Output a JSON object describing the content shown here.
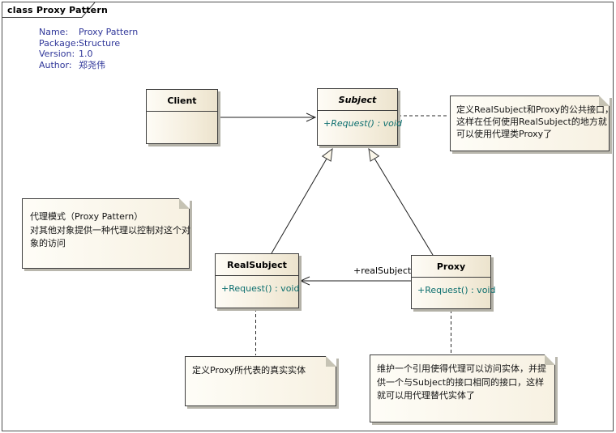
{
  "frame": {
    "tab_label": "class Proxy Pattern"
  },
  "info_block": {
    "rows": [
      {
        "label": "Name:",
        "value": "Proxy Pattern"
      },
      {
        "label": "Package:",
        "value": "Structure"
      },
      {
        "label": "Version:",
        "value": "1.0"
      },
      {
        "label": "Author:",
        "value": "郑尧伟"
      }
    ]
  },
  "classes": {
    "client": {
      "name": "Client",
      "abstract": false,
      "operations": []
    },
    "subject": {
      "name": "Subject",
      "abstract": true,
      "operations": [
        {
          "visibility": "+",
          "signature": "Request() : void"
        }
      ]
    },
    "realsubject": {
      "name": "RealSubject",
      "abstract": false,
      "operations": [
        {
          "visibility": "+",
          "signature": "Request() : void"
        }
      ]
    },
    "proxy": {
      "name": "Proxy",
      "abstract": false,
      "operations": [
        {
          "visibility": "+",
          "signature": "Request() : void"
        }
      ]
    }
  },
  "notes": {
    "subject_note": {
      "lines": [
        "定义RealSubject和Proxy的公共接口，",
        "这样在任何使用RealSubject的地方就",
        "可以使用代理类Proxy了"
      ]
    },
    "pattern_note": {
      "lines": [
        "代理模式（Proxy Pattern）",
        "对其他对象提供一种代理以控制对这个对",
        "象的访问"
      ]
    },
    "realsubject_note": {
      "lines": [
        "定义Proxy所代表的真实实体"
      ]
    },
    "proxy_note": {
      "lines": [
        "维护一个引用使得代理可以访问实体，并提",
        "供一个与Subject的接口相同的接口，这样",
        "就可以用代理替代实体了"
      ]
    }
  },
  "connectors": {
    "proxy_realsubject_label": "+realSubject"
  },
  "colors": {
    "class_fill_light": "#FEFCF6",
    "class_fill_dark": "#ECE3CD",
    "note_fill": "#FDFBF2",
    "border": "#3E3E3E",
    "operation_text": "#0B6E6E",
    "info_text": "#2F3699",
    "shadow": "#B3B1A7"
  }
}
